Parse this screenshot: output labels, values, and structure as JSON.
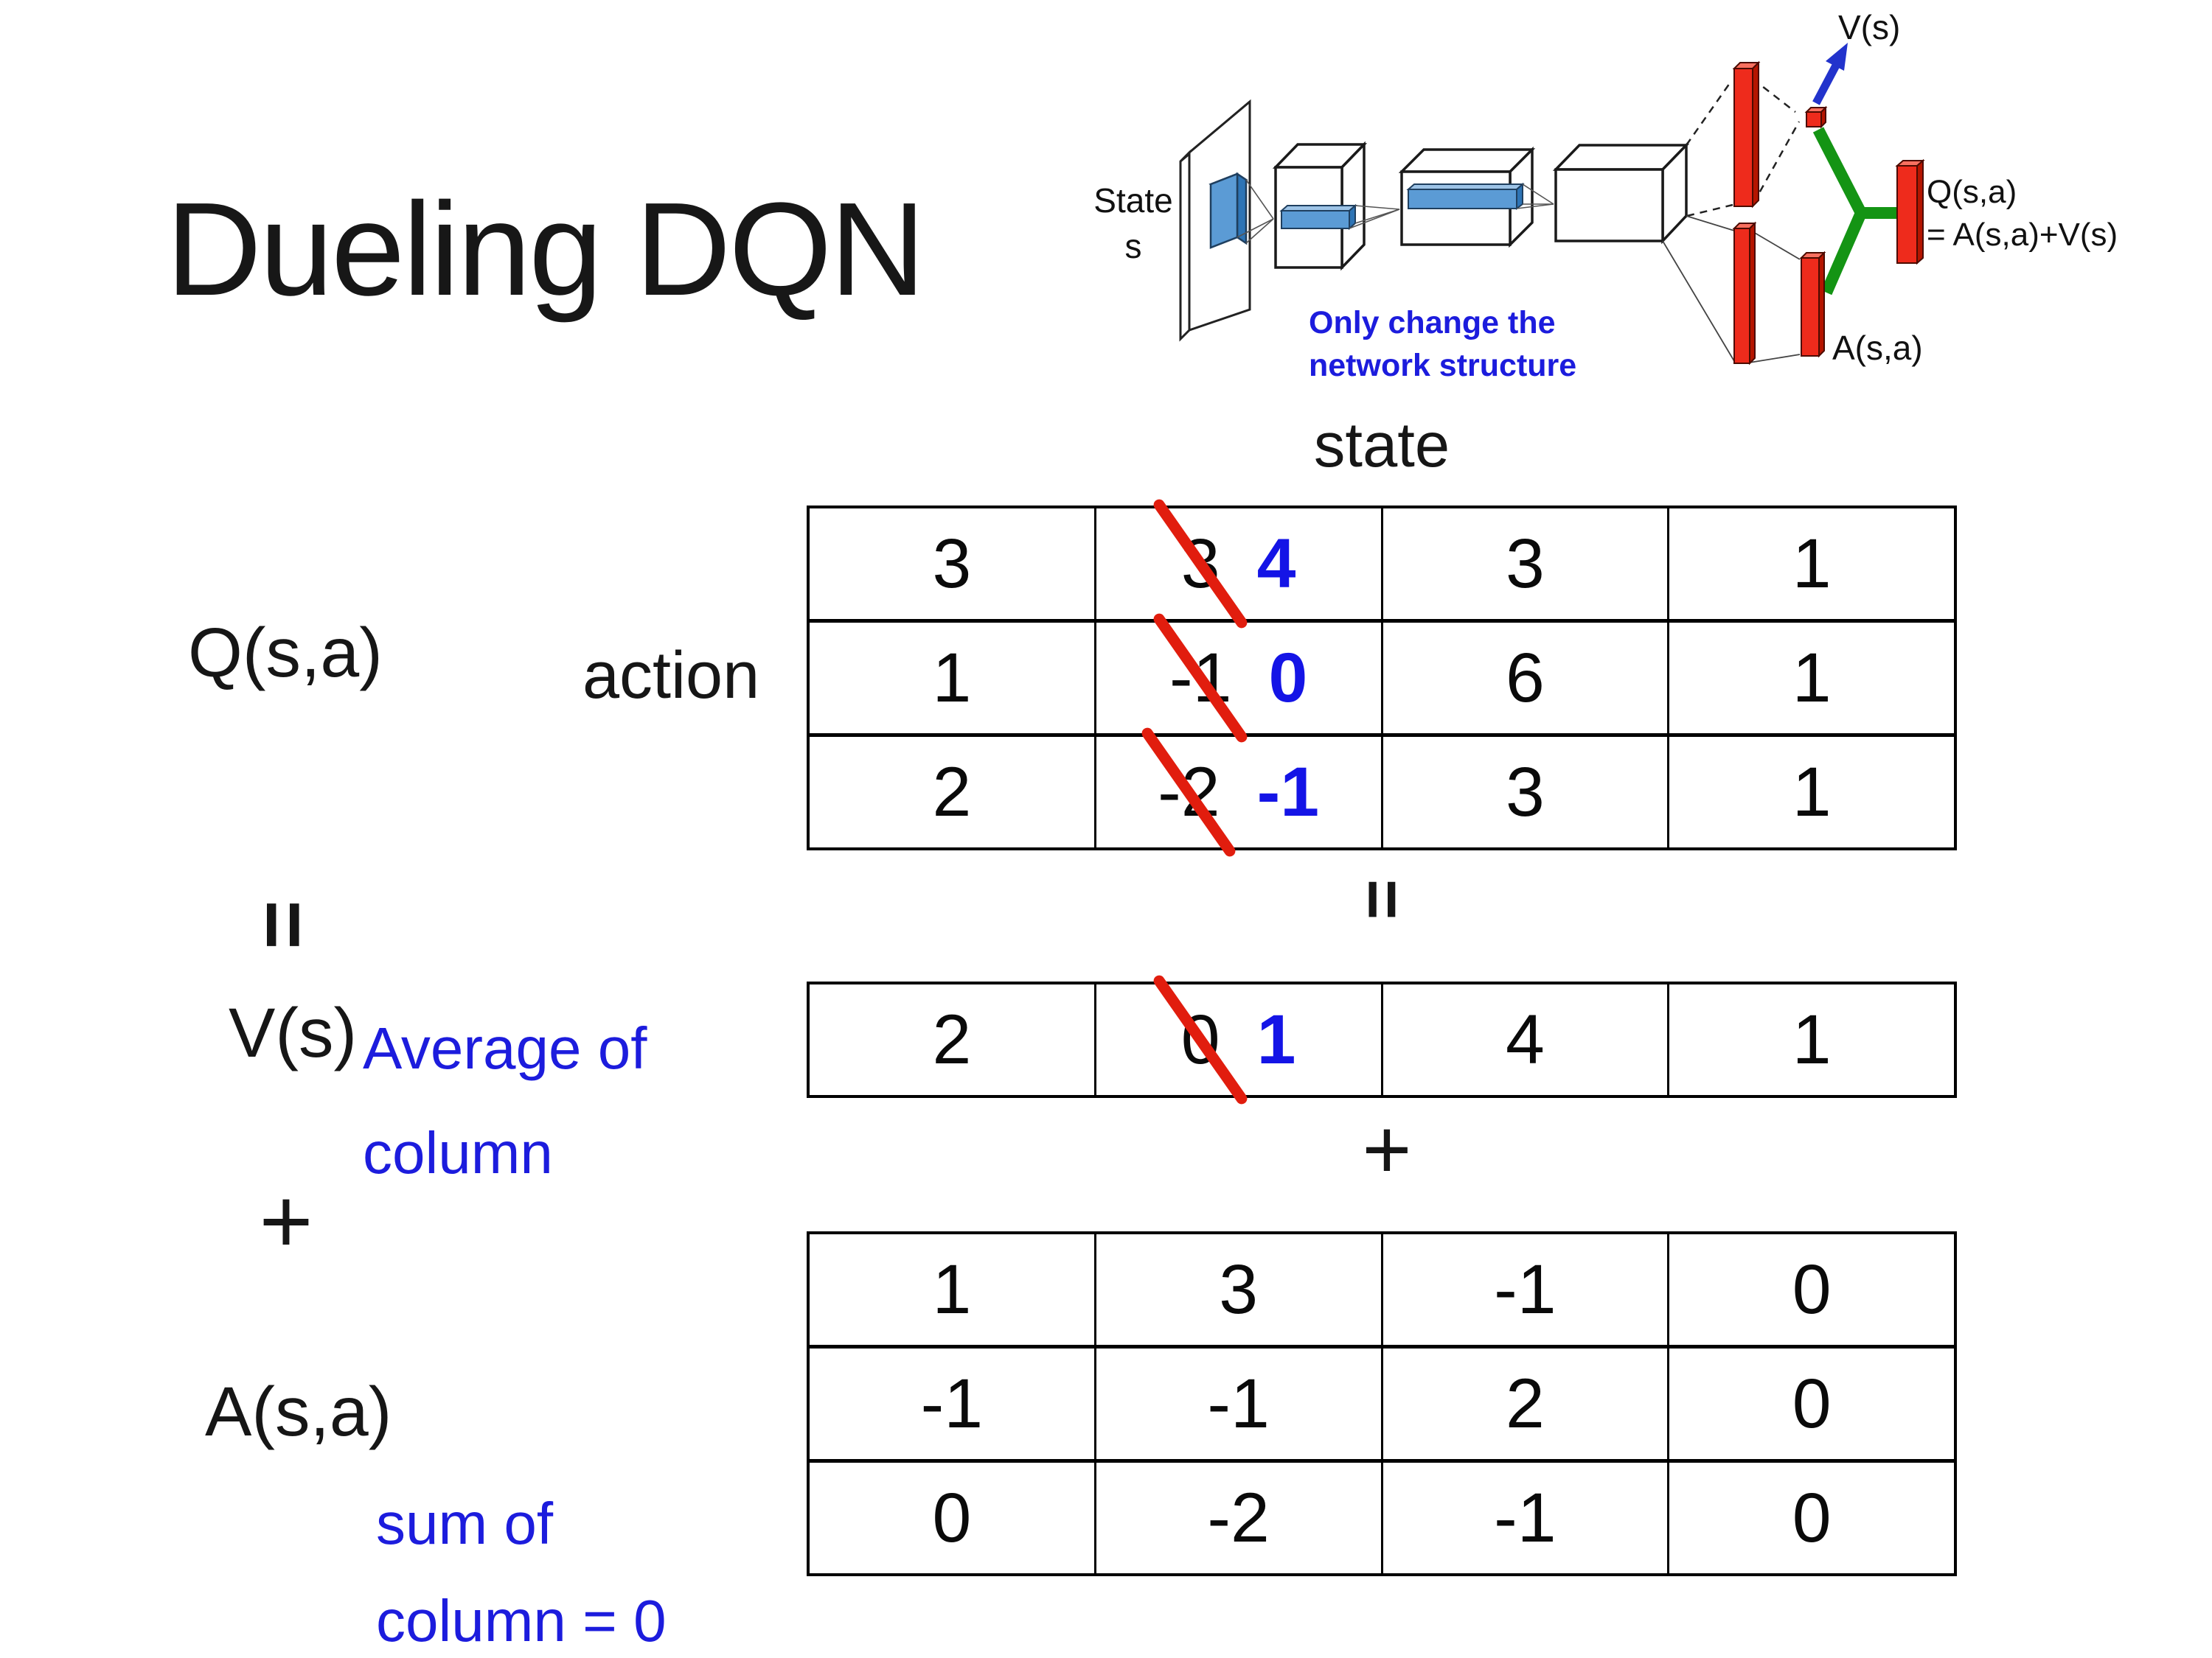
{
  "title": "Dueling DQN",
  "colors": {
    "blue_note": "#1c1cdd",
    "blue_value": "#1414e6",
    "strike_red": "#e11d0e",
    "bar_red": "#ee2b1c",
    "green": "#149414",
    "arrow_blue": "#2233cc",
    "box_blue": "#5b9bd5"
  },
  "diagram": {
    "state_line1": "State",
    "state_line2": "s",
    "caption_line1": "Only change the",
    "caption_line2": "network structure",
    "v_out_label": "V(s)",
    "q_out_label_line1": "Q(s,a)",
    "q_out_label_line2": "= A(s,a)+V(s)",
    "a_out_label": "A(s,a)"
  },
  "equation": {
    "q_label": "Q(s,a)",
    "state_header": "state",
    "action_label": "action",
    "equals_left": "=",
    "equals_middle": "=",
    "plus_left": "+",
    "plus_middle": "+",
    "v_label": "V(s)",
    "v_note_line1": "Average of",
    "v_note_line2": "column",
    "a_label": "A(s,a)",
    "a_note_line1": "sum of",
    "a_note_line2": "column = 0",
    "q_table": {
      "rows": [
        [
          {
            "v": "3"
          },
          {
            "old": "3",
            "new": "4"
          },
          {
            "v": "3"
          },
          {
            "v": "1"
          }
        ],
        [
          {
            "v": "1"
          },
          {
            "old": "-1",
            "new": "0"
          },
          {
            "v": "6"
          },
          {
            "v": "1"
          }
        ],
        [
          {
            "v": "2"
          },
          {
            "old": "-2",
            "new": "-1"
          },
          {
            "v": "3"
          },
          {
            "v": "1"
          }
        ]
      ]
    },
    "v_table": {
      "rows": [
        [
          {
            "v": "2"
          },
          {
            "old": "0",
            "new": "1"
          },
          {
            "v": "4"
          },
          {
            "v": "1"
          }
        ]
      ]
    },
    "a_table": {
      "rows": [
        [
          {
            "v": "1"
          },
          {
            "v": "3"
          },
          {
            "v": "-1"
          },
          {
            "v": "0"
          }
        ],
        [
          {
            "v": "-1"
          },
          {
            "v": "-1"
          },
          {
            "v": "2"
          },
          {
            "v": "0"
          }
        ],
        [
          {
            "v": "0"
          },
          {
            "v": "-2"
          },
          {
            "v": "-1"
          },
          {
            "v": "0"
          }
        ]
      ]
    }
  }
}
